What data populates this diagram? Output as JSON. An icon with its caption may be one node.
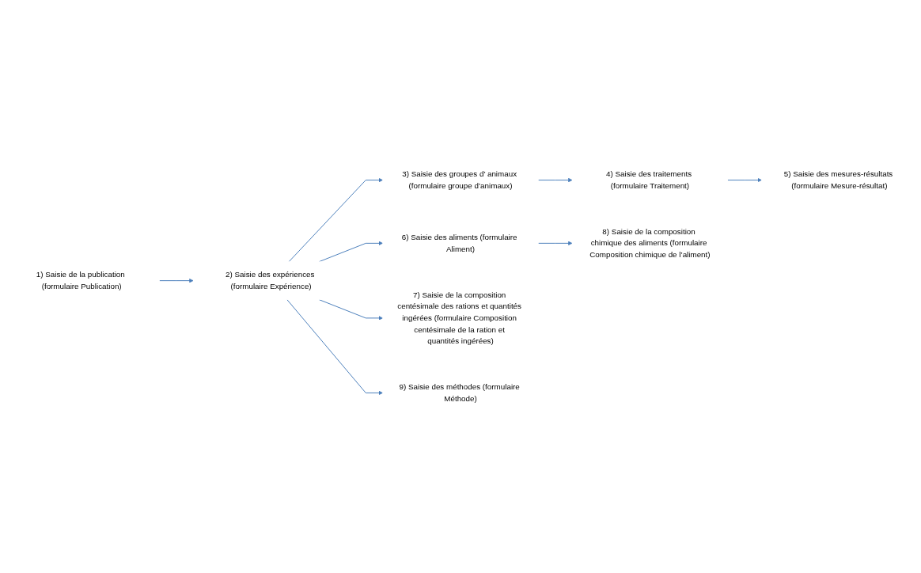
{
  "diagram": {
    "nodes": [
      {
        "text": [
          "1) Saisie de la publication (formulaire Publication)"
        ]
      },
      {
        "text": [
          "2) Saisie des expériences (formulaire Expérience)"
        ]
      },
      {
        "text": [
          "3) Saisie des groupes d’ animaux (formulaire groupe d’animaux)"
        ]
      },
      {
        "text": [
          "4) Saisie des traitements (formulaire Traitement)"
        ]
      },
      {
        "text": [
          "5) Saisie des mesures-résultats (formulaire Mesure-résultat)"
        ]
      },
      {
        "text": [
          "6) Saisie des aliments (formulaire Aliment)"
        ]
      },
      {
        "text": [
          "7) Saisie de la composition centésimale des rations et quantités ingérées (formulaire Composition centésimale de la ration et quantités ingérées)"
        ]
      },
      {
        "text": [
          "8) Saisie de la composition chimique des aliments (formulaire Composition chimique de l’aliment)"
        ]
      },
      {
        "text": [
          "9) Saisie des méthodes (formulaire Méthode)"
        ]
      }
    ],
    "edges": [
      {
        "from": 0,
        "to": 1,
        "arrow": "to"
      },
      {
        "from": 1,
        "to": 2,
        "arrow": "to"
      },
      {
        "from": 2,
        "to": 3,
        "arrow": "to"
      },
      {
        "from": 3,
        "to": 4,
        "arrow": "to"
      },
      {
        "from": 1,
        "to": 5,
        "arrow": "to"
      },
      {
        "from": 5,
        "to": 7,
        "arrow": "to"
      },
      {
        "from": 1,
        "to": 6,
        "arrow": "to"
      },
      {
        "from": 1,
        "to": 8,
        "arrow": "to"
      }
    ]
  }
}
